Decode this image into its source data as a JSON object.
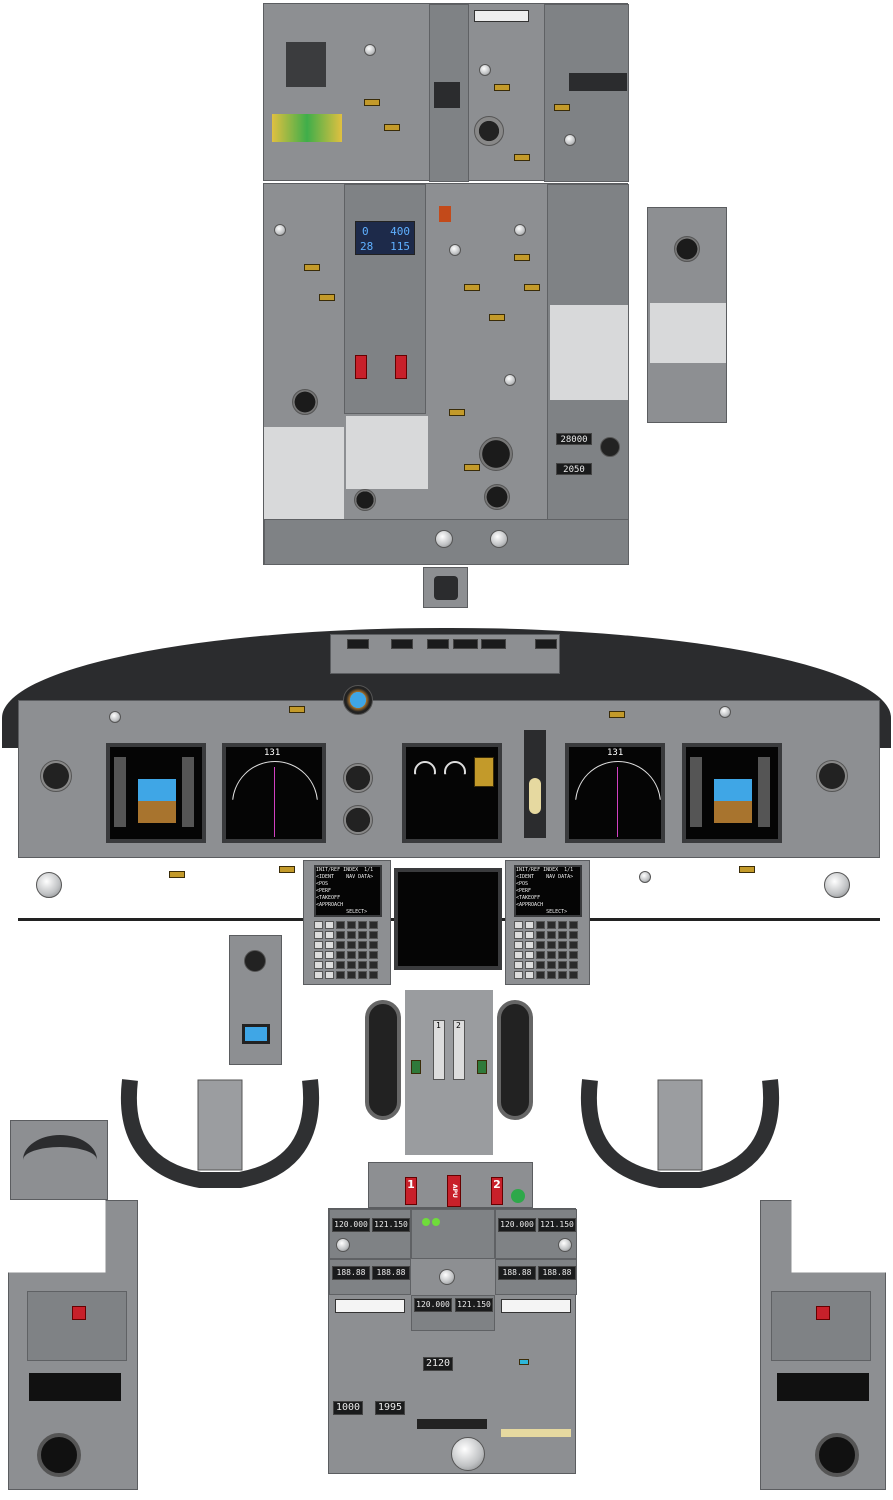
{
  "overhead": {
    "digital_display": {
      "top_left": "0",
      "top_right": "400",
      "bottom_left": "28",
      "bottom_right": "115"
    },
    "pressurization": {
      "flight_altitude": "28000",
      "landing_altitude": "2050"
    }
  },
  "main_panel": {
    "nd_heading_left": "131",
    "nd_heading_right": "131",
    "cdu_left": {
      "title": "INIT/REF INDEX  1/1",
      "lines": [
        "<IDENT    NAV DATA>",
        "<POS",
        "<PERF",
        "<TAKEOFF",
        "<APPROACH",
        "          SELECT>"
      ]
    },
    "cdu_right": {
      "title": "INIT/REF INDEX  1/1",
      "lines": [
        "<IDENT    NAV DATA>",
        "<POS",
        "<PERF",
        "<TAKEOFF",
        "<APPROACH",
        "          SELECT>"
      ]
    }
  },
  "fire_panel": {
    "handle_1": "1",
    "handle_apu": "APU",
    "handle_2": "2"
  },
  "throttle": {
    "lever_1": "1",
    "lever_2": "2"
  },
  "pedestal": {
    "vhf_left": {
      "active": "120.000",
      "standby": "121.150"
    },
    "vhf_right": {
      "active": "120.000",
      "standby": "121.150"
    },
    "nav_left": {
      "active": "188.88",
      "standby": "188.88"
    },
    "nav_right": {
      "active": "188.88",
      "standby": "188.88"
    },
    "vhf_center": {
      "active": "120.000",
      "standby": "121.150"
    },
    "adf": {
      "left": "1000",
      "right": "1995"
    },
    "transponder": "2120"
  },
  "colors": {
    "panel": "#8d8f92",
    "glareshield": "#2b2c2e",
    "annunciator": "#c39a2a",
    "sky": "#3fa6e6",
    "ground": "#a8742e"
  }
}
